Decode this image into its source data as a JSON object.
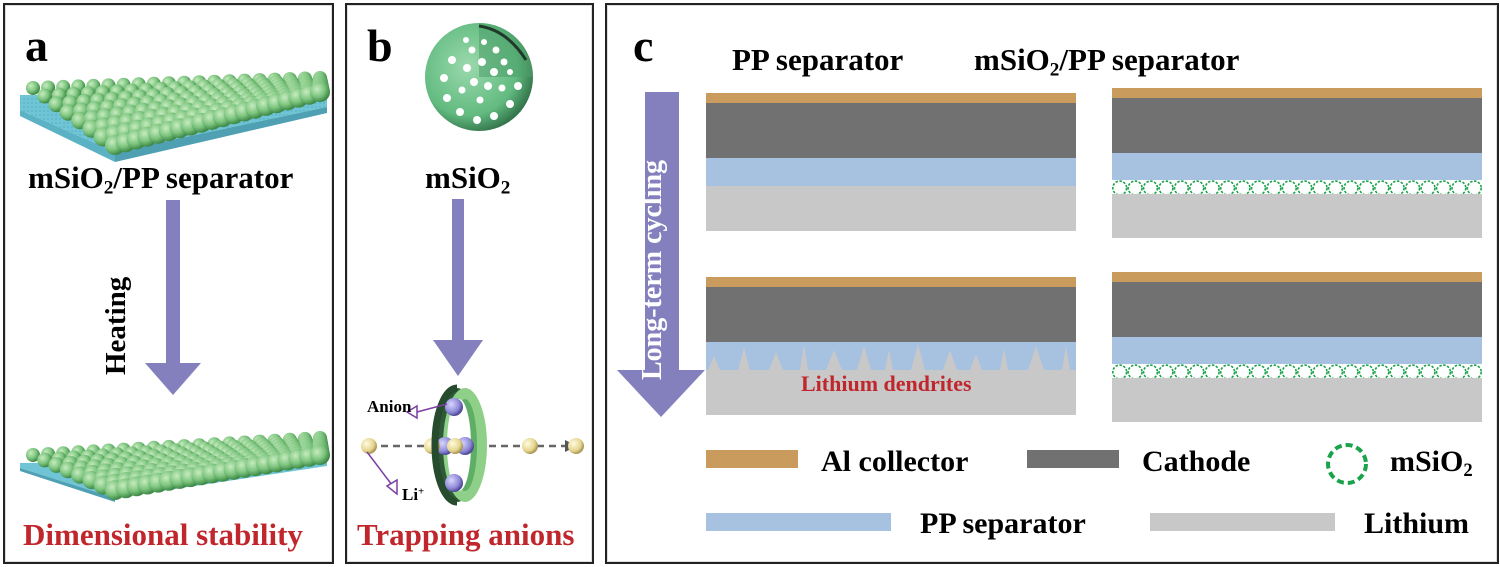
{
  "colors": {
    "arrow": "#8380bd",
    "al_collector": "#c99c5d",
    "cathode": "#717171",
    "pp_separator": "#a7c1e0",
    "lithium": "#c8c8c8",
    "msio2_ring": "#1aa34a",
    "red_text": "#c0272d",
    "sphere_green": "#7cc47e",
    "substrate_cyan": "#6fc5d6"
  },
  "panel_a": {
    "label": "a",
    "top_caption_main": "mSiO",
    "top_caption_sub": "2",
    "top_caption_tail": "/PP separator",
    "arrow_label": "Heating",
    "bottom_caption": "Dimensional stability"
  },
  "panel_b": {
    "label": "b",
    "top_caption_main": "mSiO",
    "top_caption_sub": "2",
    "anion_label": "Anion",
    "li_label_main": "Li",
    "li_label_sup": "+",
    "bottom_caption": "Trapping anions"
  },
  "panel_c": {
    "label": "c",
    "col1_title": "PP separator",
    "col2_title_main": "mSiO",
    "col2_title_sub": "2",
    "col2_title_tail": "/PP separator",
    "arrow_label": "Long-term cycling",
    "dendrite_label": "Lithium dendrites",
    "legend": [
      {
        "key": "al_collector",
        "label": "Al collector"
      },
      {
        "key": "cathode",
        "label": "Cathode"
      },
      {
        "key": "msio2",
        "label_main": "mSiO",
        "label_sub": "2"
      },
      {
        "key": "pp_separator",
        "label": "PP separator"
      },
      {
        "key": "lithium",
        "label": "Lithium"
      }
    ]
  }
}
